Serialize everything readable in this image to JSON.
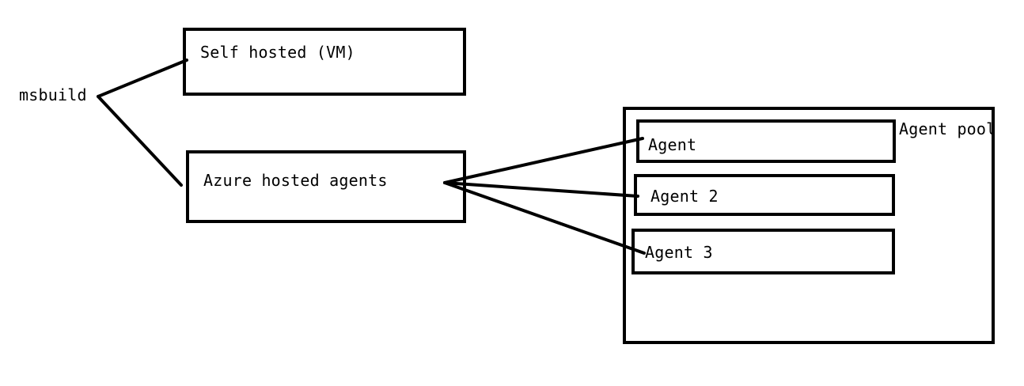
{
  "root_label": "msbuild",
  "self_hosted": {
    "label": "Self hosted (VM)"
  },
  "azure_hosted": {
    "label": "Azure hosted agents"
  },
  "agent_pool": {
    "label": "Agent pool",
    "agents": [
      {
        "label": "Agent"
      },
      {
        "label": "Agent 2"
      },
      {
        "label": "Agent 3"
      }
    ]
  },
  "colors": {
    "stroke": "#000000",
    "background": "#ffffff"
  }
}
